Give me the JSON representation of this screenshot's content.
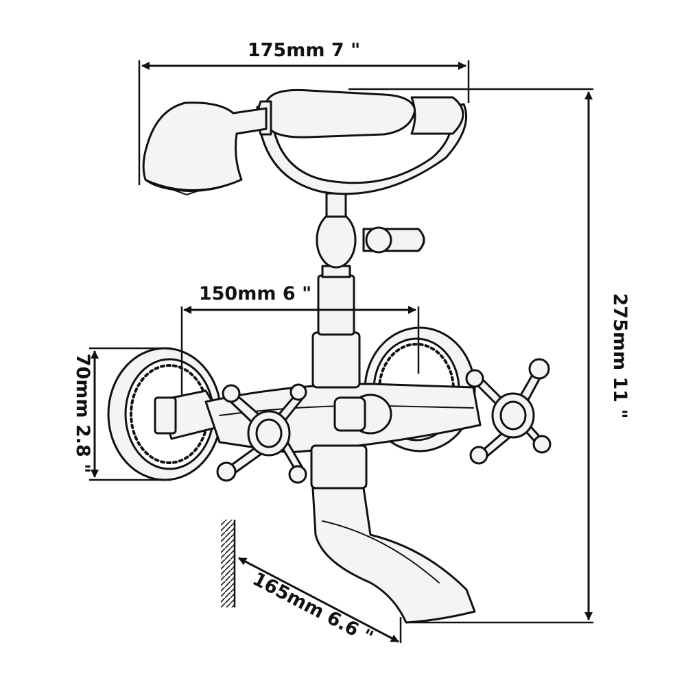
{
  "dimensions": {
    "width_top": "175mm 7 \"",
    "spacing_center": "150mm 6 \"",
    "height_total": "275mm 11 \"",
    "plate_diameter": "70mm 2.8 \"",
    "spout_reach": "165mm 6.6 \""
  },
  "colors": {
    "ink": "#111111",
    "fill": "#f4f4f4",
    "background": "#ffffff"
  }
}
